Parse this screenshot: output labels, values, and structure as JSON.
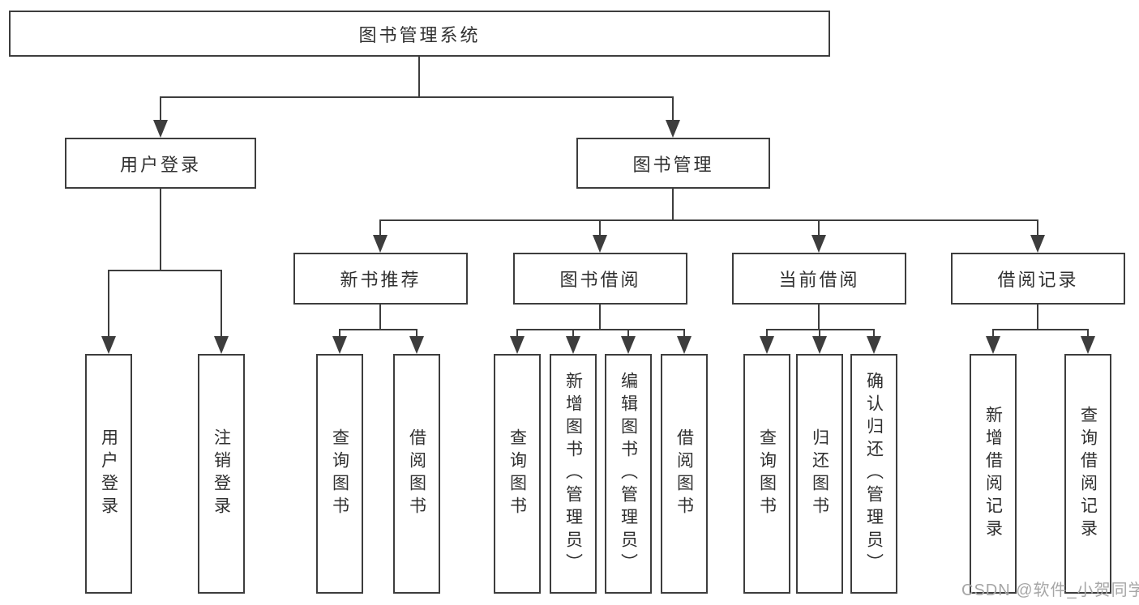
{
  "tree": {
    "root": {
      "label": "图书管理系统",
      "children": [
        {
          "label": "用户登录",
          "children": [
            {
              "label": "用户登录"
            },
            {
              "label": "注销登录"
            }
          ]
        },
        {
          "label": "图书管理",
          "children": [
            {
              "label": "新书推荐",
              "children": [
                {
                  "label": "查询图书"
                },
                {
                  "label": "借阅图书"
                }
              ]
            },
            {
              "label": "图书借阅",
              "children": [
                {
                  "label": "查询图书"
                },
                {
                  "label": "新增图书（管理员）"
                },
                {
                  "label": "编辑图书（管理员）"
                },
                {
                  "label": "借阅图书"
                }
              ]
            },
            {
              "label": "当前借阅",
              "children": [
                {
                  "label": "查询图书"
                },
                {
                  "label": "归还图书"
                },
                {
                  "label": "确认归还（管理员）"
                }
              ]
            },
            {
              "label": "借阅记录",
              "children": [
                {
                  "label": "新增借阅记录"
                },
                {
                  "label": "查询借阅记录"
                }
              ]
            }
          ]
        }
      ]
    }
  },
  "watermark": {
    "text": "CSDN @软件_小贺同学"
  },
  "colors": {
    "line": "#3d3d3d",
    "text": "#303030",
    "background": "#ffffff",
    "watermark": "#a6a6a6"
  }
}
